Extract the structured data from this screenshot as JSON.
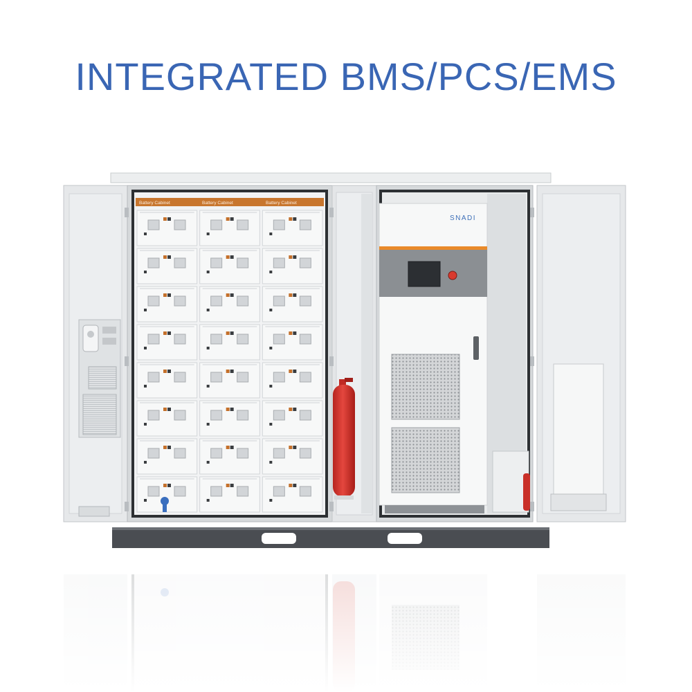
{
  "headline": "INTEGRATED BMS/PCS/EMS",
  "battery_cabinet": {
    "labels": [
      "Battery Cabinet",
      "Battery Cabinet",
      "Battery Cabinet"
    ],
    "columns": 3,
    "rows": 8
  },
  "pcs_cabinet": {
    "brand": "SNADI"
  },
  "colors": {
    "headline": "#3a66b4",
    "cabinet_label_bar": "#c8762e",
    "pcs_orange_stripe": "#e98a2a",
    "fire_extinguisher": "#d8352e",
    "brand_text": "#3d6fb8",
    "steel_body": "#e9ebec",
    "base_rail": "#4a4d52"
  },
  "icons": [
    "fire-extinguisher-icon",
    "emergency-stop-icon",
    "touchscreen-icon",
    "door-handle-icon",
    "air-conditioner-icon"
  ]
}
